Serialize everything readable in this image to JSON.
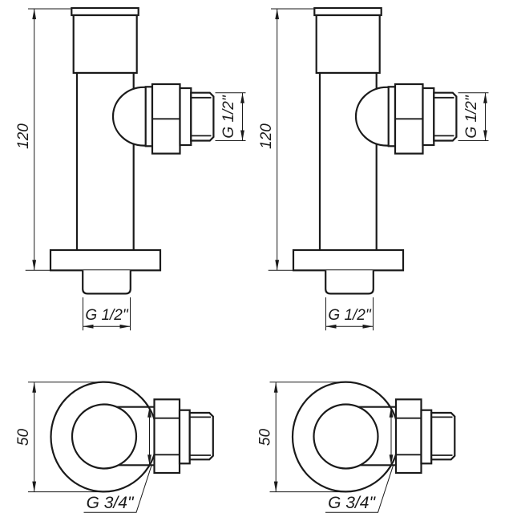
{
  "document": {
    "type": "technical-drawing",
    "background_color": "#ffffff",
    "line_color": "#1a1a1a",
    "views": {
      "front_view": {
        "count": 2,
        "dimensions": {
          "height": "120",
          "side_thread": "G 1/2\"",
          "bottom_thread": "G 1/2\""
        }
      },
      "top_view": {
        "count": 2,
        "dimensions": {
          "body_diameter": "50",
          "union_thread": "G 3/4\""
        }
      }
    }
  }
}
